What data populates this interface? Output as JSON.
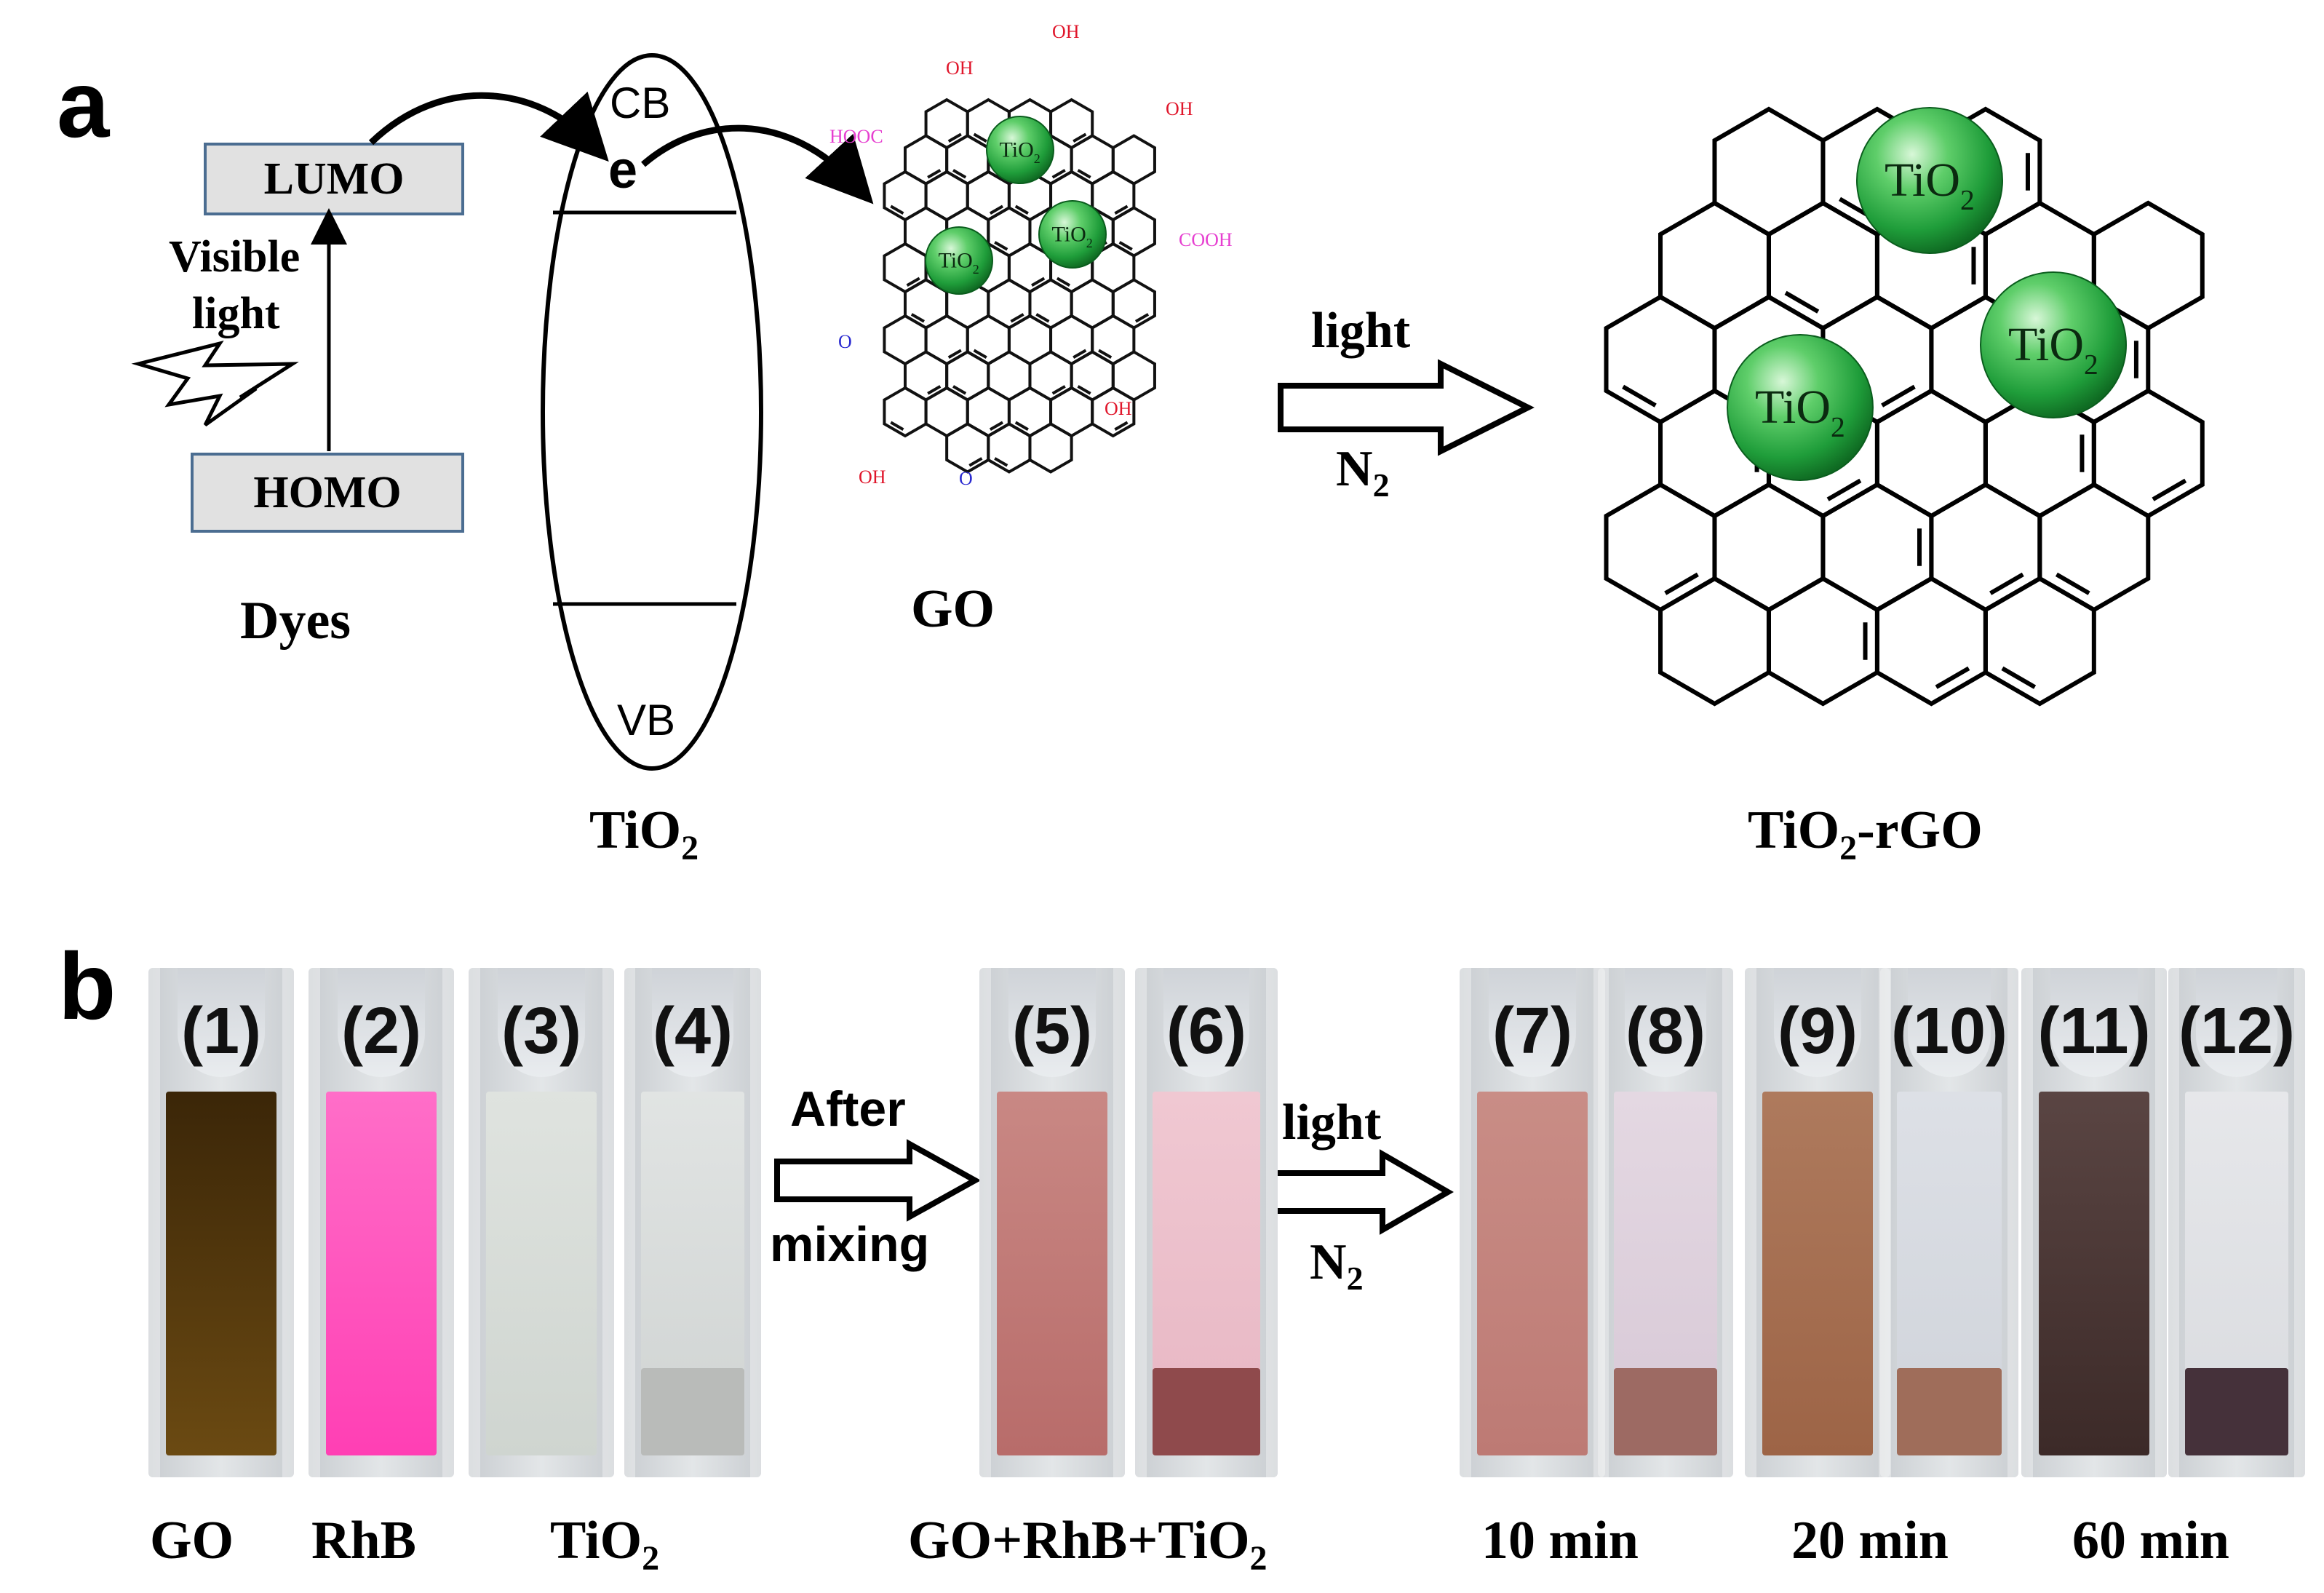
{
  "panel_a": {
    "letter": "a",
    "lumo": "LUMO",
    "homo": "HOMO",
    "visible_light_1": "Visible",
    "visible_light_2": "light",
    "dyes": "Dyes",
    "cb": "CB",
    "vb": "VB",
    "electron": "e",
    "tio2_band": "TiO",
    "tio2_band_sub": "2",
    "go_label": "GO",
    "go_groups": {
      "oh": "OH",
      "hooc": "HOOC",
      "cooh": "COOH",
      "o": "O"
    },
    "particle": "TiO",
    "particle_sub": "2",
    "arrow_top": "light",
    "arrow_bottom": "N",
    "arrow_bottom_sub": "2",
    "product_label_main": "TiO",
    "product_label_sub": "2",
    "product_label_rest": "-rGO"
  },
  "panel_b": {
    "letter": "b",
    "cuvettes": [
      {
        "num": "(1)",
        "liquid": "#6b4a12",
        "liquid_top": "#3b2608",
        "type": "full"
      },
      {
        "num": "(2)",
        "liquid": "#ff3fb4",
        "liquid_top": "#ff6ec8",
        "type": "full"
      },
      {
        "num": "(3)",
        "liquid": "#cfd5d0",
        "liquid_top": "#dfe3df",
        "type": "full"
      },
      {
        "num": "(4)",
        "liquid": "#cfd3d2",
        "liquid_top": "#e1e4e3",
        "type": "sed",
        "sed": "#b9bbb9"
      },
      {
        "num": "(5)",
        "liquid": "#b86c6a",
        "liquid_top": "#c98884",
        "type": "full"
      },
      {
        "num": "(6)",
        "liquid": "#e7b6c3",
        "liquid_top": "#f0c8d2",
        "type": "sed",
        "sed": "#8f4a4c"
      },
      {
        "num": "(7)",
        "liquid": "#bd7a74",
        "liquid_top": "#c98d86",
        "type": "full"
      },
      {
        "num": "(8)",
        "liquid": "#d7c8d6",
        "liquid_top": "#e4d8e2",
        "type": "sed",
        "sed": "#9d6a63"
      },
      {
        "num": "(9)",
        "liquid": "#9d6446",
        "liquid_top": "#ae7a5d",
        "type": "full"
      },
      {
        "num": "(10)",
        "liquid": "#cfd3da",
        "liquid_top": "#dde0e6",
        "type": "sed",
        "sed": "#9f6d5a"
      },
      {
        "num": "(11)",
        "liquid": "#3c2a28",
        "liquid_top": "#5a4543",
        "type": "full"
      },
      {
        "num": "(12)",
        "liquid": "#d9dbdf",
        "liquid_top": "#e6e7ea",
        "type": "sed",
        "sed": "#45313a"
      }
    ],
    "arrow1_top": "After",
    "arrow1_bottom": "mixing",
    "arrow2_top": "light",
    "arrow2_bottom": "N",
    "arrow2_bottom_sub": "2",
    "captions": {
      "go": "GO",
      "rhb": "RhB",
      "tio2": "TiO",
      "tio2_sub": "2",
      "mix": "GO+RhB+TiO",
      "mix_sub": "2",
      "t10": "10 min",
      "t20": "20 min",
      "t60": "60 min"
    }
  }
}
